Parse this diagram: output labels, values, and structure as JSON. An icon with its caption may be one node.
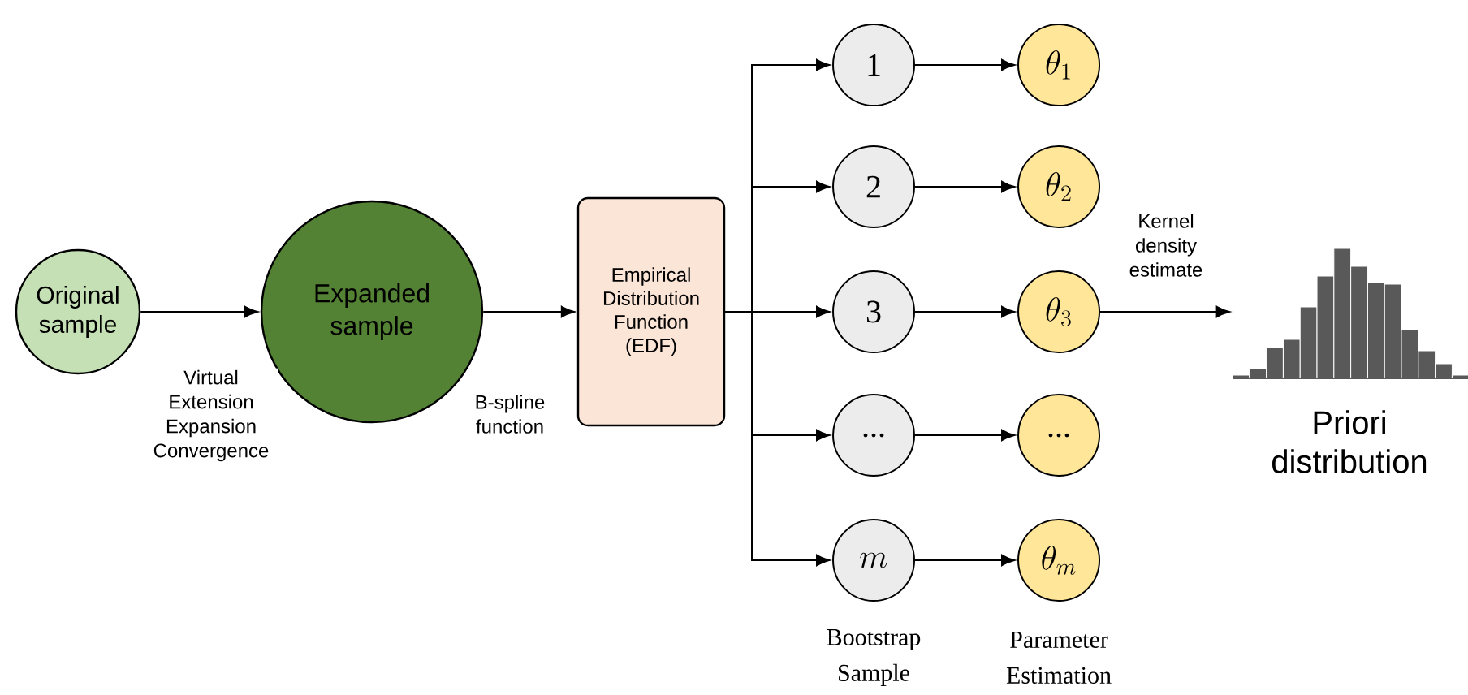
{
  "diagram": {
    "nodes": [
      {
        "text": [
          "Original sample"
        ]
      },
      {
        "text": [
          "Expanded sample"
        ]
      },
      {
        "text": [
          "Empirical Distribution Function (EDF)"
        ]
      },
      {
        "text": [
          "1"
        ]
      },
      {
        "text": [
          "2"
        ]
      },
      {
        "text": [
          "3"
        ]
      },
      {
        "text": [
          "..."
        ]
      },
      {
        "text": [
          "m"
        ]
      },
      {
        "text": [
          "\\theta_{1}"
        ]
      },
      {
        "text": [
          "\\theta_{2}"
        ]
      },
      {
        "text": [
          "\\theta_{3}"
        ]
      },
      {
        "text": [
          "..."
        ]
      },
      {
        "text": [
          "\\theta_{m}"
        ]
      },
      {
        "text": [],
        "shape": "picture",
        "beside": [
          "Priori distribution"
        ]
      }
    ],
    "edges": [
      {
        "from": 0,
        "to": 1,
        "arrow": "to",
        "label": "Virtual Extension Expansion Convergence"
      },
      {
        "from": 1,
        "to": 2,
        "arrow": "to",
        "label": "B-spline function"
      },
      {
        "from": 2,
        "to": 3,
        "arrow": "to"
      },
      {
        "from": 2,
        "to": 4,
        "arrow": "to"
      },
      {
        "from": 2,
        "to": 5,
        "arrow": "to"
      },
      {
        "from": 2,
        "to": 6,
        "arrow": "to"
      },
      {
        "from": 2,
        "to": 7,
        "arrow": "to"
      },
      {
        "from": 3,
        "to": 8,
        "arrow": "to"
      },
      {
        "from": 4,
        "to": 9,
        "arrow": "to"
      },
      {
        "from": 5,
        "to": 10,
        "arrow": "to"
      },
      {
        "from": 6,
        "to": 11,
        "arrow": "to"
      },
      {
        "from": 7,
        "to": 12,
        "arrow": "to"
      },
      {
        "from": 10,
        "to": 13,
        "arrow": "to",
        "label": "Kernel density estimate"
      }
    ],
    "labels": [
      "Bootstrap Sample",
      "Parameter Estimation"
    ]
  }
}
